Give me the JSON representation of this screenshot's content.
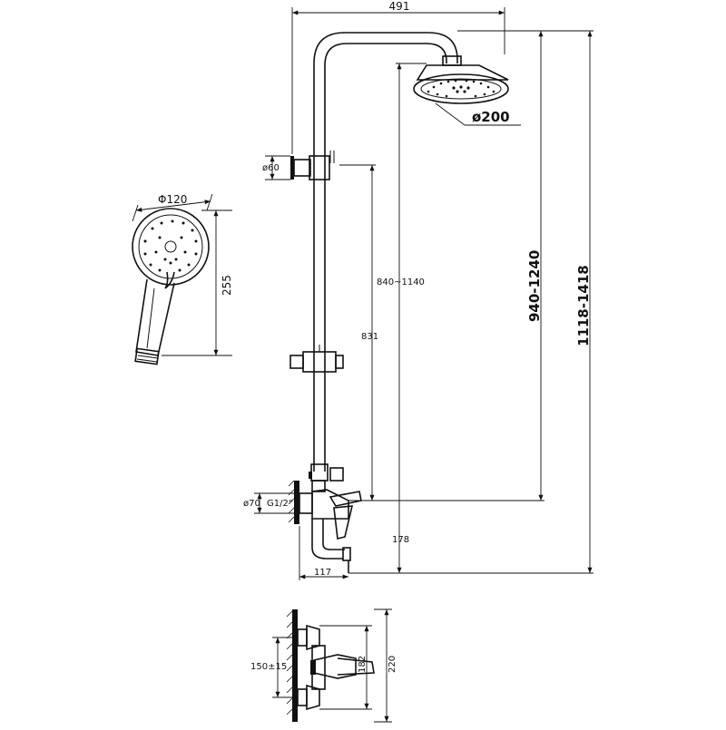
{
  "dimensions": {
    "reach_width": "491",
    "head_diameter": "ø200",
    "hand_shower_diameter": "Φ120",
    "hand_shower_length": "255",
    "bracket_diameter": "ø60",
    "slide_range": "840~1140",
    "slider_height": "831",
    "total_height_range": "940-1240",
    "overall_height_range": "1118-1418",
    "flange_diameter": "ø70",
    "thread": "G1/2\"",
    "spout_height": "178",
    "spout_projection": "117",
    "mount_spacing": "150±15",
    "mixer_height": "182",
    "mixer_total": "220"
  }
}
